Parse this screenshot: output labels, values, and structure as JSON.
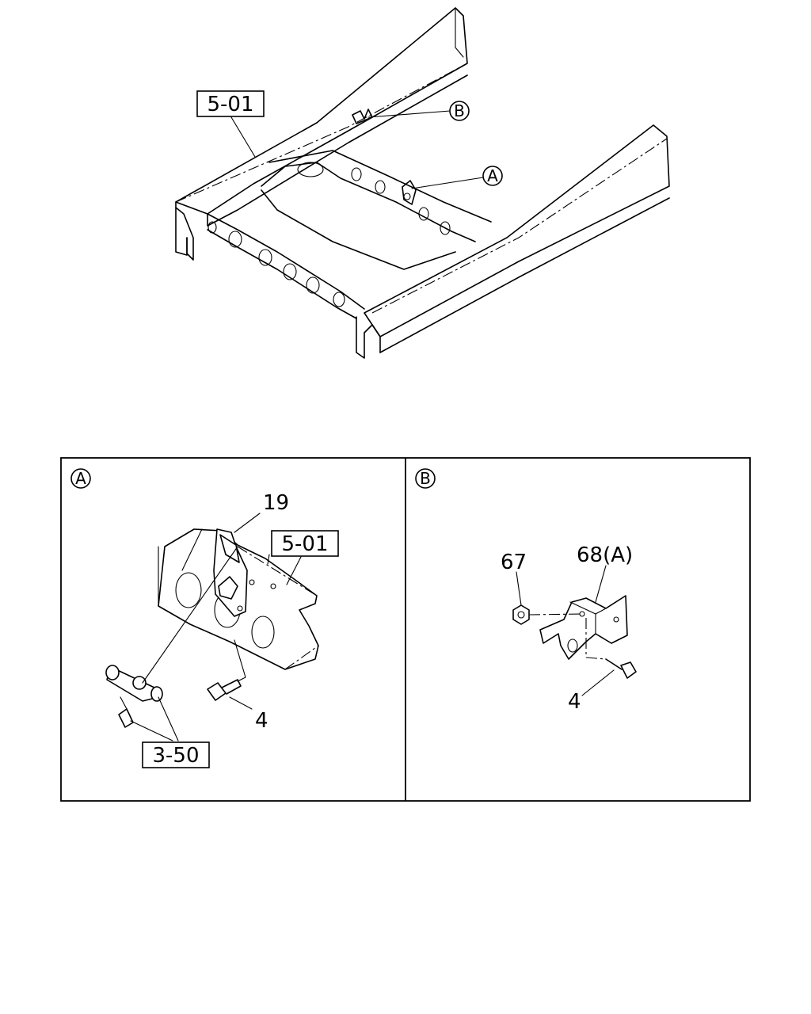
{
  "main_view": {
    "ref_box": "5-01",
    "callout_a": "A",
    "callout_b": "B"
  },
  "panel_a": {
    "marker": "A",
    "part_19": "19",
    "ref_box_frame": "5-01",
    "part_4": "4",
    "ref_box_bracket": "3-50"
  },
  "panel_b": {
    "marker": "B",
    "part_67": "67",
    "part_68": "68(A)",
    "part_4": "4"
  }
}
